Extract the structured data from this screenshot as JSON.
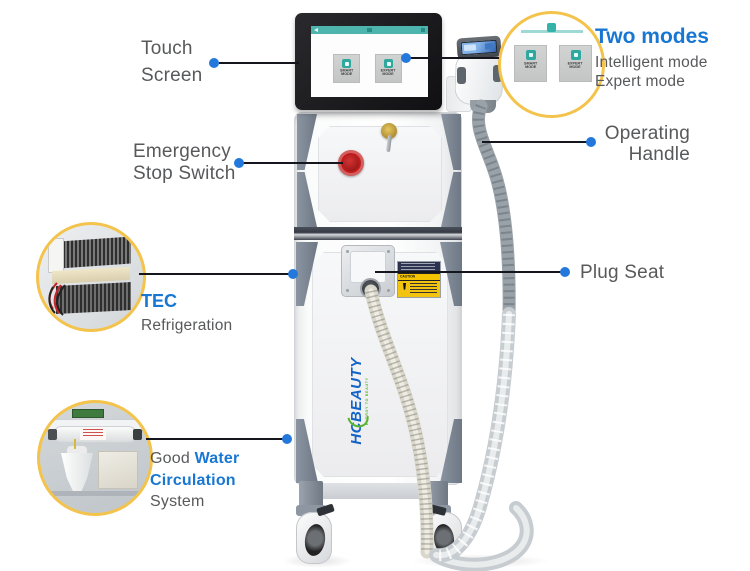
{
  "annotations": {
    "touch_screen": {
      "line1": "Touch",
      "line2": "Screen"
    },
    "emergency": {
      "line1": "Emergency",
      "line2": "Stop Switch"
    },
    "two_modes": {
      "title": "Two modes",
      "mode1": "Intelligent mode",
      "mode2": "Expert mode"
    },
    "operating_handle": {
      "line1": "Operating",
      "line2": "Handle"
    },
    "plug_seat": {
      "label": "Plug Seat"
    },
    "tec": {
      "title": "TEC",
      "subtitle": "Refrigeration"
    },
    "water": {
      "prefix": "Good ",
      "bold1": "Water ",
      "bold2": "Circulation ",
      "suffix": "System"
    }
  },
  "modes": {
    "smart_top": "SMART",
    "smart_bottom": "MODE",
    "expert_top": "EXPERT",
    "expert_bottom": "MODE"
  },
  "machine": {
    "brand": "HCBEAUTY",
    "tagline": "ENERGY TO BEAUTY",
    "warning_title": "CAUTION"
  },
  "colors": {
    "accent_blue": "#1877D2",
    "accent_teal": "#49B8AE",
    "circle_gold": "#F3C34C",
    "label_gray": "#58595B",
    "emergency_red": "#C21B1B"
  }
}
